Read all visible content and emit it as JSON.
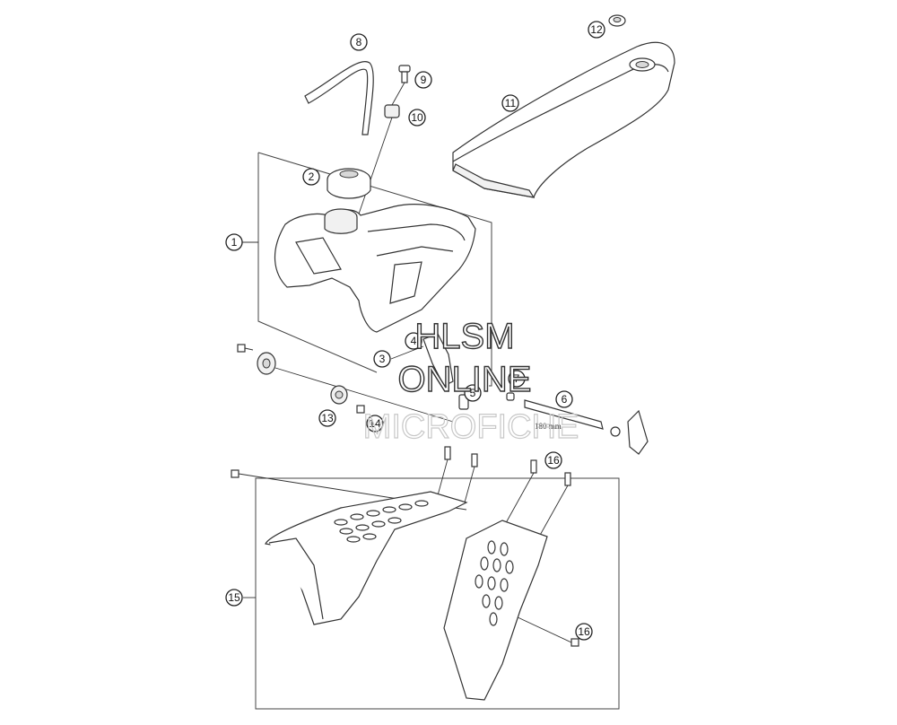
{
  "callouts": [
    {
      "id": "1",
      "label": "1"
    },
    {
      "id": "2",
      "label": "2"
    },
    {
      "id": "3",
      "label": "3"
    },
    {
      "id": "4",
      "label": "4"
    },
    {
      "id": "5",
      "label": "5"
    },
    {
      "id": "6",
      "label": "6"
    },
    {
      "id": "7",
      "label": "7"
    },
    {
      "id": "8",
      "label": "8"
    },
    {
      "id": "9",
      "label": "9"
    },
    {
      "id": "10",
      "label": "10"
    },
    {
      "id": "11",
      "label": "11"
    },
    {
      "id": "12",
      "label": "12"
    },
    {
      "id": "13",
      "label": "13"
    },
    {
      "id": "14",
      "label": "14"
    },
    {
      "id": "15",
      "label": "15"
    },
    {
      "id": "16a",
      "label": "16"
    },
    {
      "id": "16b",
      "label": "16"
    }
  ],
  "dimension_label": "180 mm",
  "watermark": {
    "line1": "HLSM",
    "line2": "ONLINE",
    "line3": "MICROFICHE"
  }
}
